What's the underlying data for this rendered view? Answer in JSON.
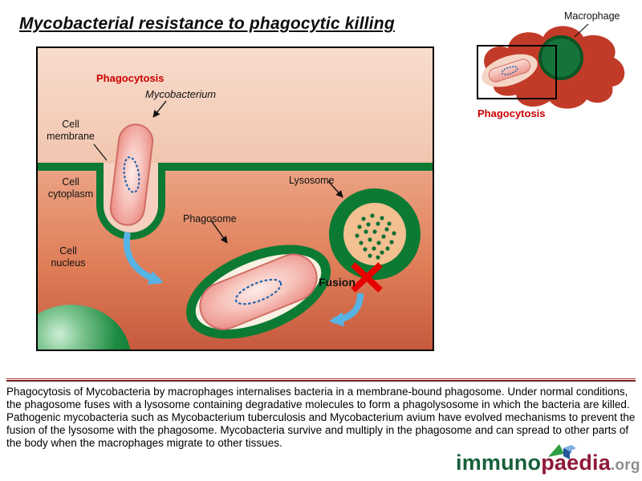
{
  "title": "Mycobacterial resistance to phagocytic killing",
  "panel": {
    "labels": {
      "phagocytosis": "Phagocytosis",
      "mycobacterium": "Mycobacterium",
      "cell_membrane": "Cell membrane",
      "cell_cytoplasm": "Cell cytoplasm",
      "cell_nucleus": "Cell nucleus",
      "phagosome": "Phagosome",
      "lysosome": "Lysosome",
      "fusion": "Fusion"
    }
  },
  "inset": {
    "macrophage": "Macrophage",
    "phagocytosis": "Phagocytosis"
  },
  "caption": "Phagocytosis of Mycobacteria by macrophages internalises bacteria in a membrane-bound phagosome. Under normal conditions, the phagosome fuses with a lysosome containing degradative molecules to form a phagolysosome in which the bacteria are killed. Pathogenic mycobacteria such as Mycobacterium tuberculosis and Mycobacterium avium have evolved mechanisms to prevent the fusion of the lysosome with the phagosome. Mycobacteria survive and multiply in the phagosome and can spread to other parts of the body when the macrophages migrate to other tissues.",
  "logo": {
    "immuno": "immuno",
    "paedia": "paedia",
    "org": ".org"
  },
  "colors": {
    "membrane_green": "#0c7a33",
    "label_red": "#cc0000",
    "macrophage_red": "#c23b28",
    "lysosome_fill": "#f2c091",
    "arrow_blue": "#57b3e3",
    "fusion_x_red": "#e60000",
    "divider_red": "#7c1d1d",
    "logo_green": "#17603a",
    "logo_maroon": "#8f1838"
  }
}
